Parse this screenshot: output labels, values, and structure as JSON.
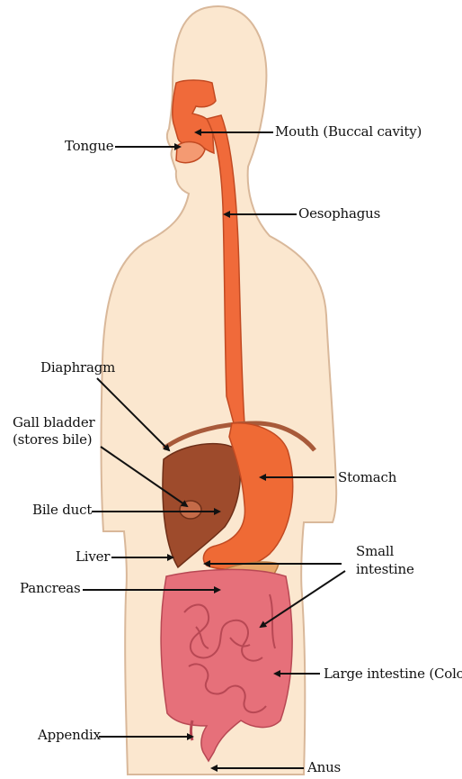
{
  "diagram": {
    "labels": {
      "tongue": "Tongue",
      "mouth": "Mouth (Buccal cavity)",
      "oesophagus": "Oesophagus",
      "diaphragm": "Diaphragm",
      "gall_bladder_line1": "Gall bladder",
      "gall_bladder_line2": "(stores bile)",
      "stomach": "Stomach",
      "bile_duct": "Bile duct",
      "liver": "Liver",
      "small_intestine_line1": "Small",
      "small_intestine_line2": "intestine",
      "pancreas": "Pancreas",
      "large_intestine": "Large intestine (Colon)",
      "appendix": "Appendix",
      "anus": "Anus"
    },
    "colors": {
      "body_fill": "#fbe7cf",
      "body_outline": "#d9b89a",
      "tract_orange": "#f06a3a",
      "tract_outline": "#c24a22",
      "liver_brown": "#9e4b2c",
      "stomach_orange": "#ef6a35",
      "pancreas_tan": "#e8a86a",
      "intestine_pink": "#e6707a",
      "intestine_outline": "#b84854",
      "pointer_line": "#111111"
    }
  }
}
